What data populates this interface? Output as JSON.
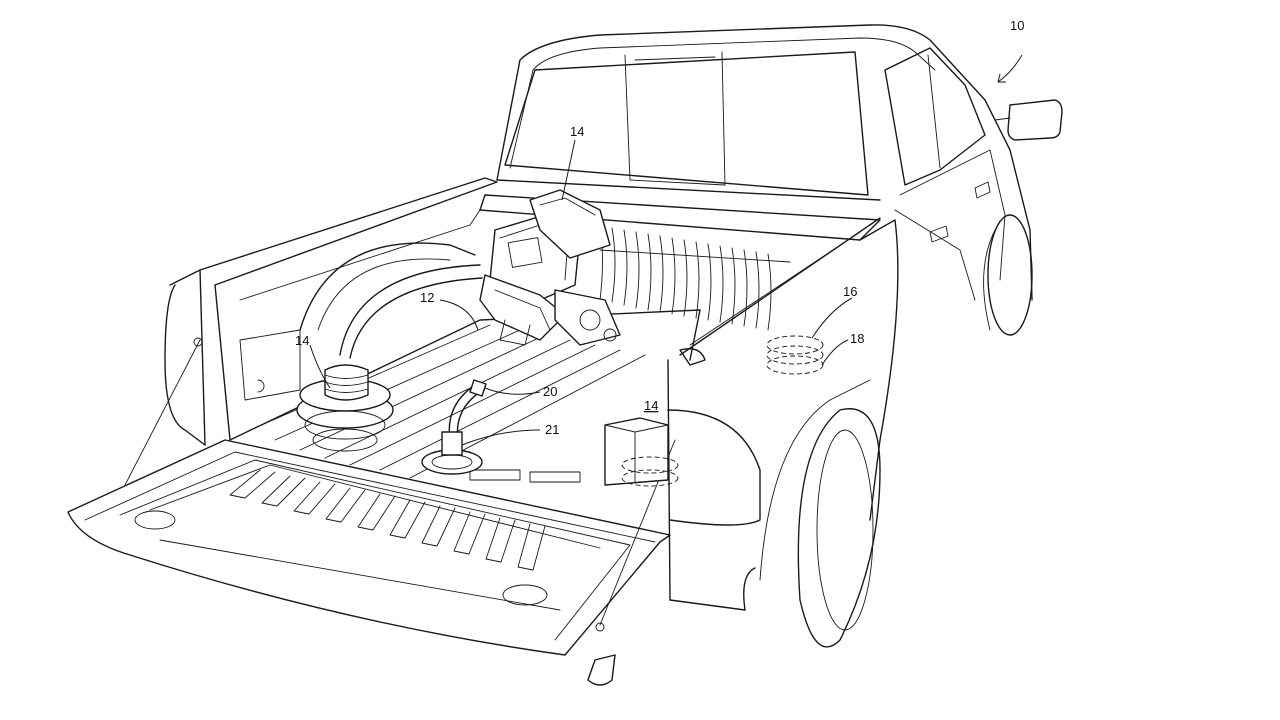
{
  "labels": {
    "vehicle": "10",
    "hose": "12",
    "component_cab": "14",
    "component_left": "14",
    "component_right": "14",
    "receiver": "16",
    "receiver_lower": "18",
    "connector": "20",
    "socket": "21"
  },
  "colors": {
    "line": "#1a1a1a",
    "background": "#ffffff"
  },
  "icons": {
    "vehicle_arrow": "curved-arrow-icon"
  }
}
